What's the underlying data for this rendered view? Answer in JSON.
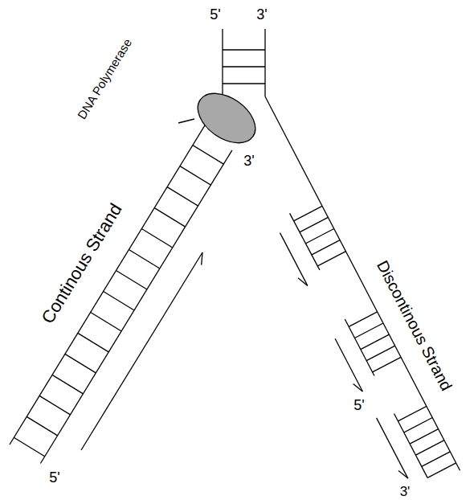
{
  "diagram": {
    "labels": [
      "5'",
      "3'",
      "DNA Polymerase",
      "3'",
      "Continous Strand",
      "Discontinous Strand",
      "5'",
      "5'",
      "3'"
    ]
  }
}
